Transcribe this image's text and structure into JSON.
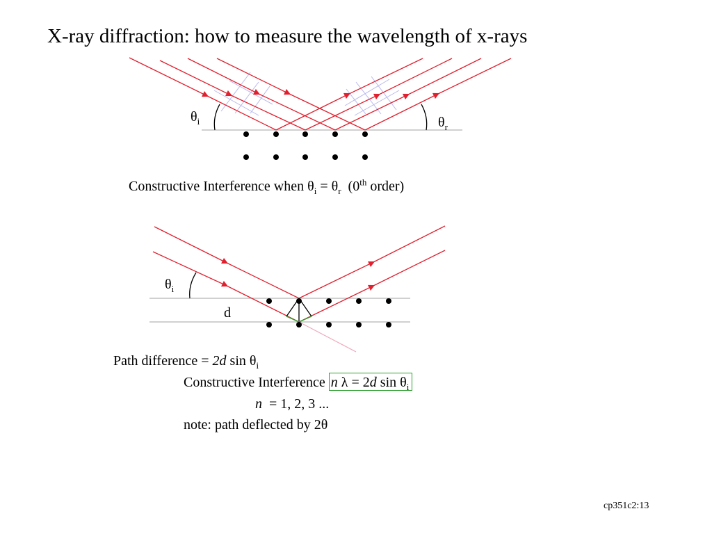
{
  "slide": {
    "title": "X-ray diffraction: how to measure the wavelength of x-rays",
    "footer": "cp351c2:13"
  },
  "diagram1": {
    "theta_symbol": "θ",
    "incident_subscript": "i",
    "reflected_subscript": "r",
    "caption": {
      "prefix": "Constructive Interference when ",
      "theta": "θ",
      "sub_i": "i",
      "equals": " = ",
      "sub_r": "r",
      "order_open": "  (0",
      "order_sup": "th",
      "order_close": " order)"
    }
  },
  "diagram2": {
    "theta_symbol": "θ",
    "incident_subscript": "i",
    "spacing_label": "d"
  },
  "text": {
    "path_diff": {
      "prefix": "Path difference = ",
      "two_d": "2d",
      "sin": " sin ",
      "theta": "θ",
      "sub": "i"
    },
    "constructive": {
      "prefix": "Constructive Interference ",
      "n": "n",
      "lambda_eq": " λ = 2",
      "d": "d",
      "sin": " sin ",
      "theta": "θ",
      "sub": "i"
    },
    "n_values": {
      "n": "n",
      "rest": "  = 1, 2, 3 ..."
    },
    "note": "note: path deflected by 2θ"
  },
  "colors": {
    "ray": "#e0202e",
    "wavefront": "#b8b8ee",
    "surface": "#b4b4b4",
    "path_segment": "#2ca02c",
    "transmitted": "#f0a8bc",
    "box": "#2ca02c"
  }
}
